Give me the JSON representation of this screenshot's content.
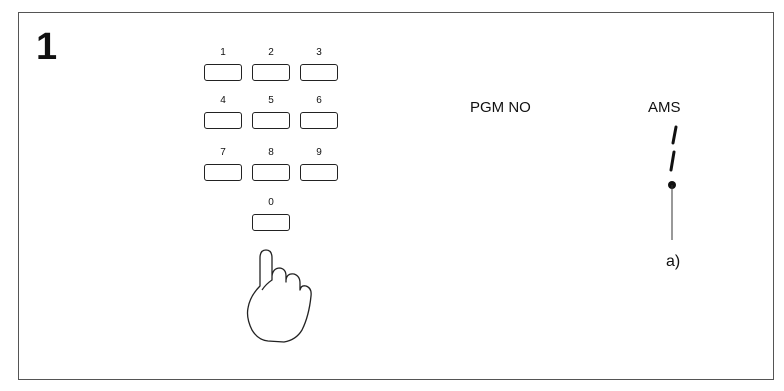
{
  "step_number": "1",
  "keypad": {
    "keys": [
      "1",
      "2",
      "3",
      "4",
      "5",
      "6",
      "7",
      "8",
      "9",
      "0"
    ]
  },
  "labels": {
    "pgm_no": "PGM NO",
    "ams": "AMS",
    "annotation": "a)"
  },
  "icons": [
    "pointing-hand-icon",
    "ams-jog-dial-icon"
  ]
}
